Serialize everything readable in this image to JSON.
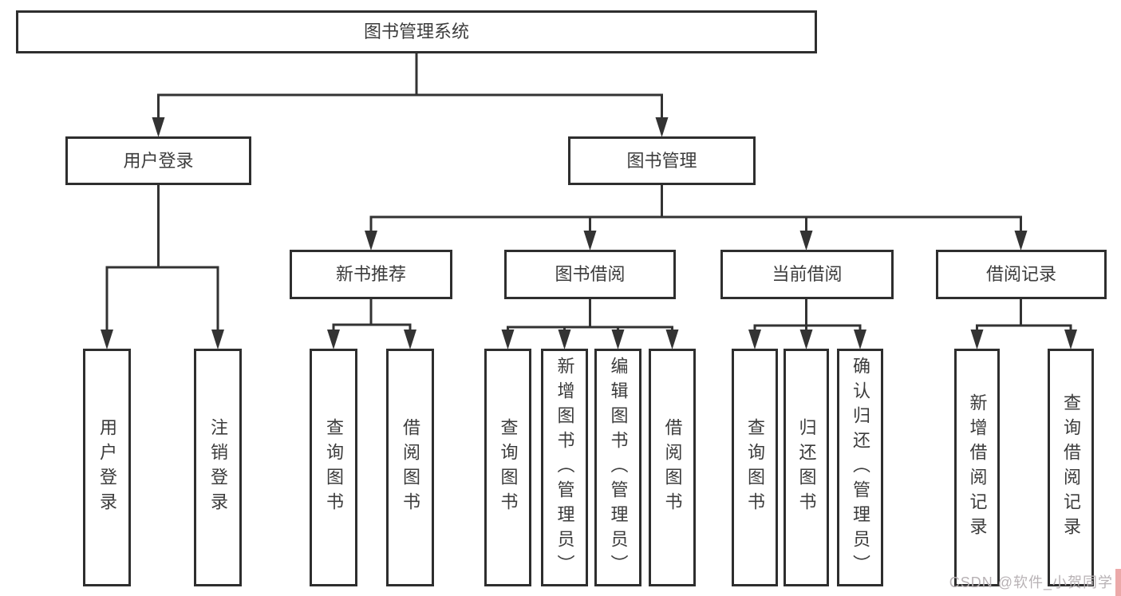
{
  "diagram": {
    "type": "hierarchy-tree",
    "title": "图书管理系统",
    "root": {
      "label": "图书管理系统",
      "children": [
        {
          "label": "用户登录",
          "children": [
            {
              "label": "用户登录"
            },
            {
              "label": "注销登录"
            }
          ]
        },
        {
          "label": "图书管理",
          "children": [
            {
              "label": "新书推荐",
              "children": [
                {
                  "label": "查询图书"
                },
                {
                  "label": "借阅图书"
                }
              ]
            },
            {
              "label": "图书借阅",
              "children": [
                {
                  "label": "查询图书"
                },
                {
                  "label": "新增图书（管理员）"
                },
                {
                  "label": "编辑图书（管理员）"
                },
                {
                  "label": "借阅图书"
                }
              ]
            },
            {
              "label": "当前借阅",
              "children": [
                {
                  "label": "查询图书"
                },
                {
                  "label": "归还图书"
                },
                {
                  "label": "确认归还（管理员）"
                }
              ]
            },
            {
              "label": "借阅记录",
              "children": [
                {
                  "label": "新增借阅记录"
                },
                {
                  "label": "查询借阅记录"
                }
              ]
            }
          ]
        }
      ]
    }
  },
  "watermark": {
    "text": "CSDN @软件_小贺同学"
  },
  "colors": {
    "line": "#333333",
    "border": "#2e2e2e",
    "text": "#3c3c3c",
    "background": "#ffffff",
    "watermark_text": "#b8b2b5",
    "watermark_strip": "#eca9a9"
  }
}
